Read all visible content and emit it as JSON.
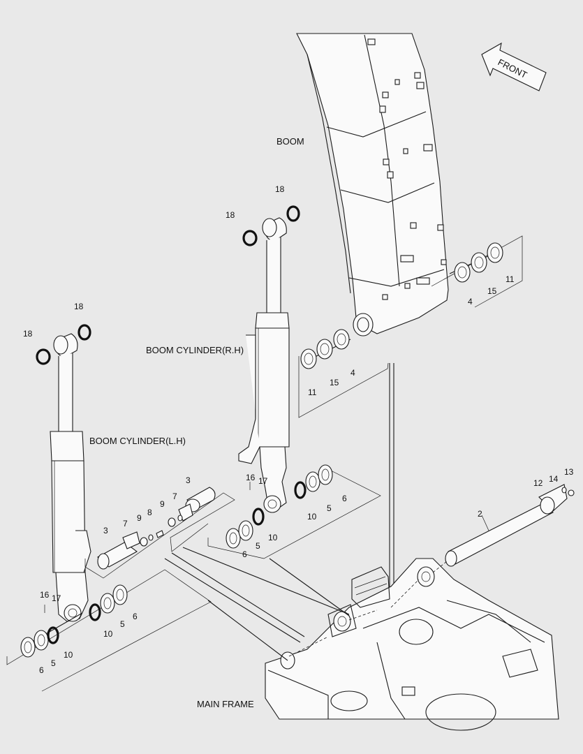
{
  "labels": {
    "front": "FRONT",
    "boom": "BOOM",
    "boom_cylinder_rh": "BOOM CYLINDER(R.H)",
    "boom_cylinder_lh": "BOOM CYLINDER(L.H)",
    "main_frame": "MAIN FRAME"
  },
  "part_numbers": {
    "n18a": "18",
    "n18b": "18",
    "n18c": "18",
    "n18d": "18",
    "n11a": "11",
    "n15a": "15",
    "n4a": "4",
    "n11b": "11",
    "n15b": "15",
    "n4b": "4",
    "n16a": "16",
    "n17a": "17",
    "n10a": "10",
    "n5a": "5",
    "n6a": "6",
    "n3a": "3",
    "n3b": "3",
    "n7a": "7",
    "n7b": "7",
    "n9a": "9",
    "n9b": "9",
    "n8a": "8",
    "n6b": "6",
    "n5b": "5",
    "n10b": "10",
    "n2": "2",
    "n12": "12",
    "n14": "14",
    "n13": "13",
    "n16b": "16",
    "n17b": "17",
    "n10c": "10",
    "n5c": "5",
    "n6c": "6",
    "n6d": "6",
    "n5d": "5",
    "n10d": "10"
  }
}
